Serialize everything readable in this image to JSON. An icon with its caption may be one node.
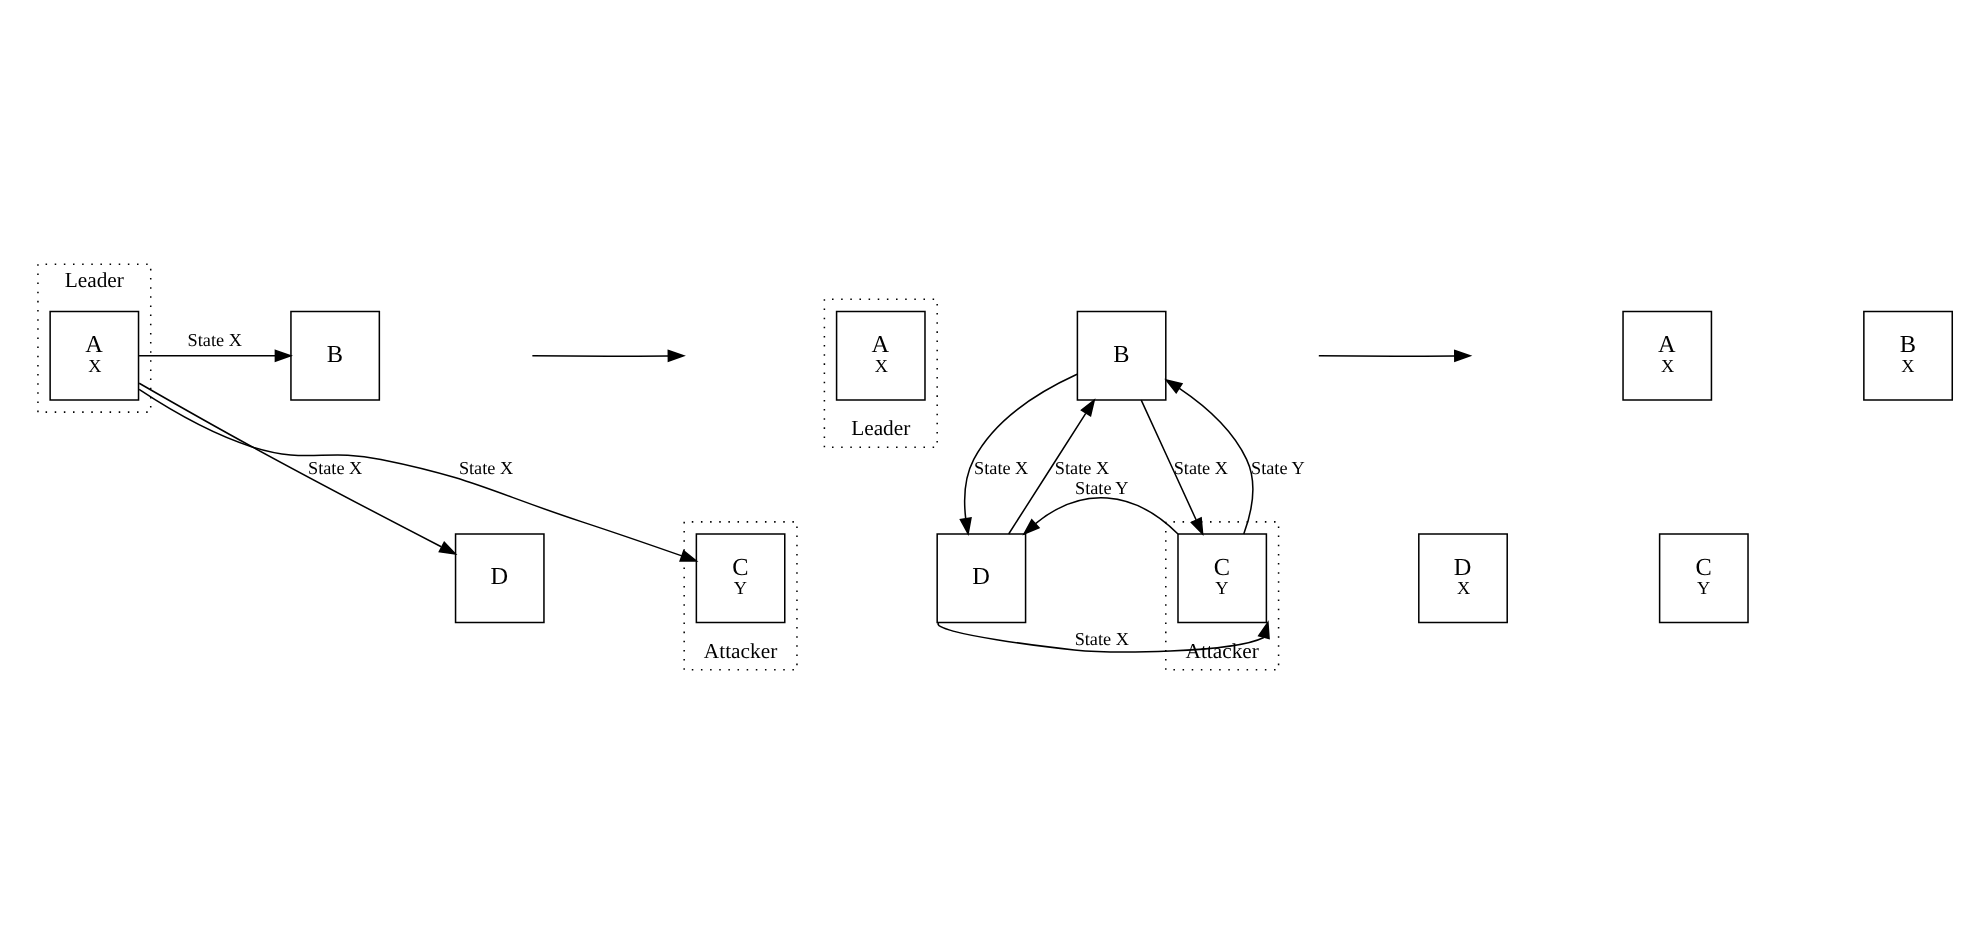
{
  "diagram": {
    "nodes": [
      {
        "text": [
          "Leader"
        ]
      },
      {
        "text": [
          "A",
          "X"
        ],
        "in": 0
      },
      {
        "text": [
          "B"
        ]
      },
      {
        "text": [
          "D"
        ]
      },
      {
        "text": [
          "Attacker"
        ]
      },
      {
        "text": [
          "C",
          "Y"
        ],
        "in": 4
      },
      {
        "text": [
          "Leader"
        ]
      },
      {
        "text": [
          "A",
          "X"
        ],
        "in": 6
      },
      {
        "text": [
          "B"
        ]
      },
      {
        "text": [
          "D"
        ]
      },
      {
        "text": [
          "Attacker"
        ]
      },
      {
        "text": [
          "C",
          "Y"
        ],
        "in": 10
      },
      {
        "text": [
          "A",
          "X"
        ]
      },
      {
        "text": [
          "B",
          "X"
        ]
      },
      {
        "text": [
          "D",
          "X"
        ]
      },
      {
        "text": [
          "C",
          "Y"
        ]
      }
    ],
    "edges": [
      {
        "from": 1,
        "to": 2,
        "arrow": "to",
        "label": "State X"
      },
      {
        "from": 1,
        "to": 3,
        "arrow": "to",
        "label": "State X"
      },
      {
        "from": 1,
        "to": 5,
        "arrow": "to",
        "label": "State X"
      },
      {
        "from": 9,
        "to": 8,
        "arrow": "to",
        "label": "State X"
      },
      {
        "from": 8,
        "to": 9,
        "arrow": "to",
        "label": "State X"
      },
      {
        "from": 8,
        "to": 11,
        "arrow": "to",
        "label": "State X"
      },
      {
        "from": 11,
        "to": 8,
        "arrow": "to",
        "label": "State Y"
      },
      {
        "from": 11,
        "to": 9,
        "arrow": "to",
        "label": "State Y"
      },
      {
        "from": 9,
        "to": 11,
        "arrow": "to",
        "label": "State X"
      }
    ]
  }
}
